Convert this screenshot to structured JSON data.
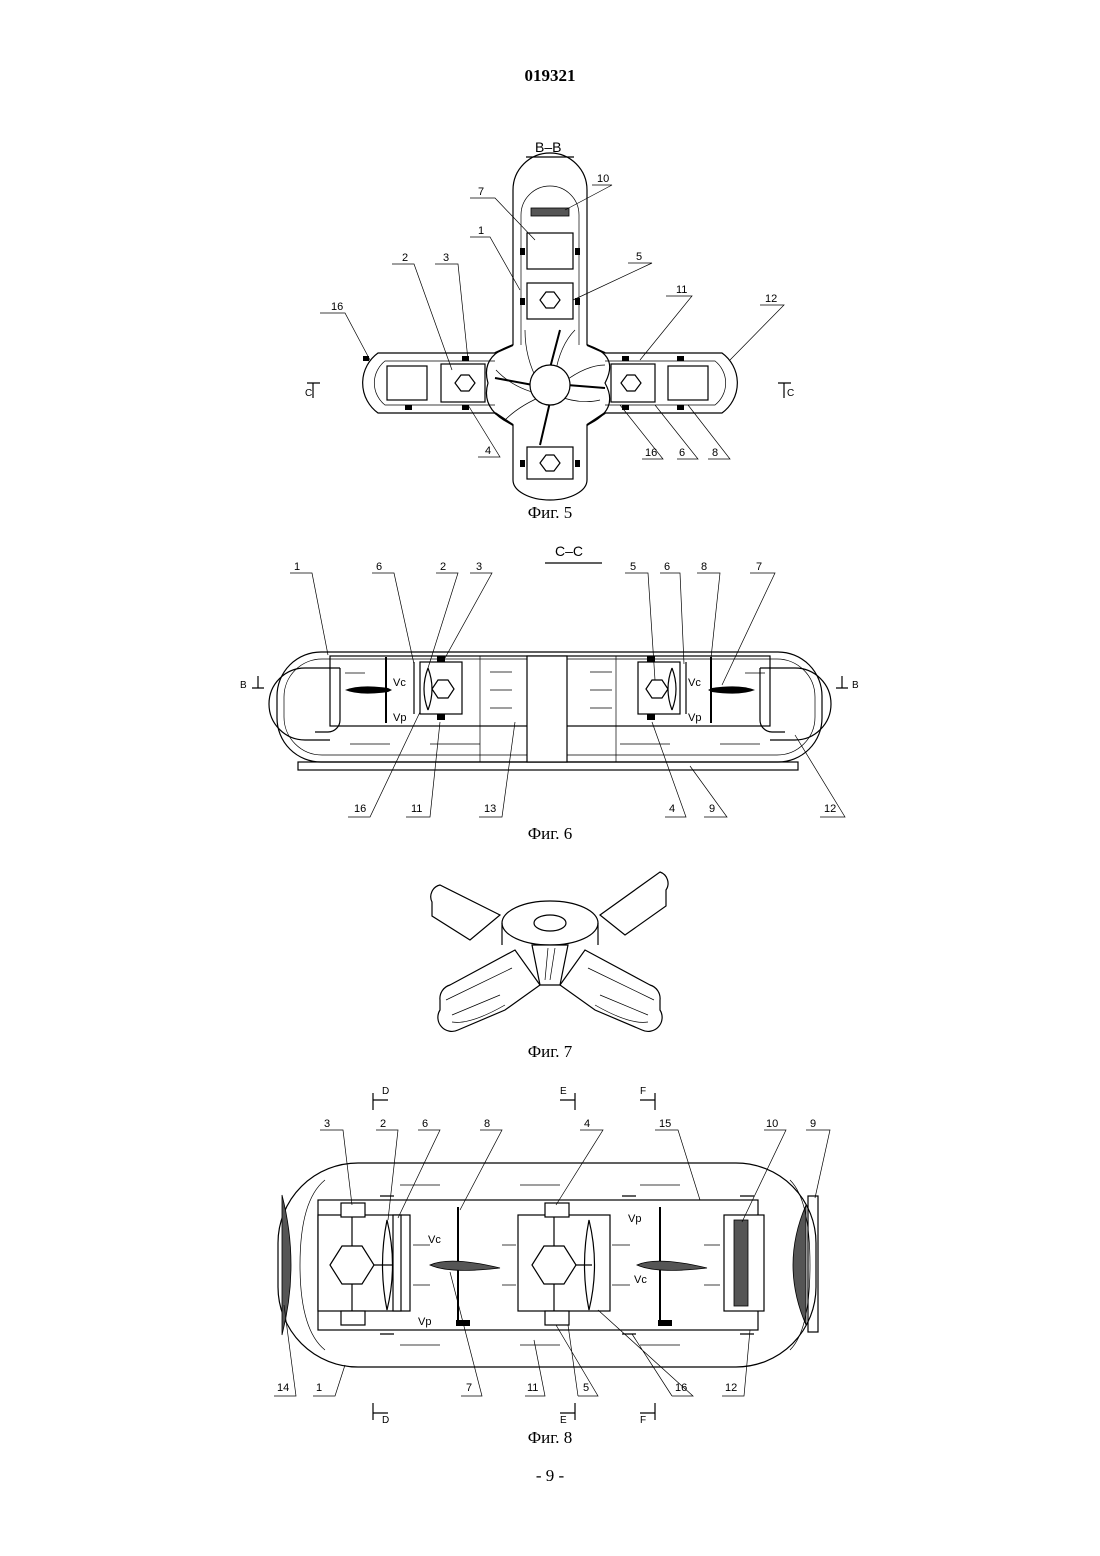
{
  "document_number": "019321",
  "page_number": "- 9 -",
  "figures": [
    {
      "caption": "Фиг. 5",
      "section_label": "B–B",
      "cut_marks": [
        "C",
        "C"
      ],
      "callouts": [
        "10",
        "7",
        "1",
        "5",
        "2",
        "3",
        "16",
        "11",
        "12",
        "4",
        "16",
        "6",
        "8"
      ]
    },
    {
      "caption": "Фиг. 6",
      "section_label": "C–C",
      "cut_marks": [
        "B",
        "B"
      ],
      "flow_labels": [
        "Vc",
        "Vp",
        "Vc",
        "Vp"
      ],
      "callouts": [
        "1",
        "6",
        "2",
        "3",
        "5",
        "6",
        "8",
        "7",
        "16",
        "11",
        "13",
        "4",
        "9",
        "12"
      ]
    },
    {
      "caption": "Фиг. 7"
    },
    {
      "caption": "Фиг. 8",
      "section_marks": [
        "D",
        "E",
        "F",
        "D",
        "E",
        "F"
      ],
      "flow_labels": [
        "Vc",
        "Vp",
        "Vp",
        "Vc"
      ],
      "callouts": [
        "3",
        "2",
        "6",
        "8",
        "4",
        "15",
        "10",
        "9",
        "14",
        "1",
        "7",
        "11",
        "5",
        "16",
        "12"
      ]
    }
  ]
}
